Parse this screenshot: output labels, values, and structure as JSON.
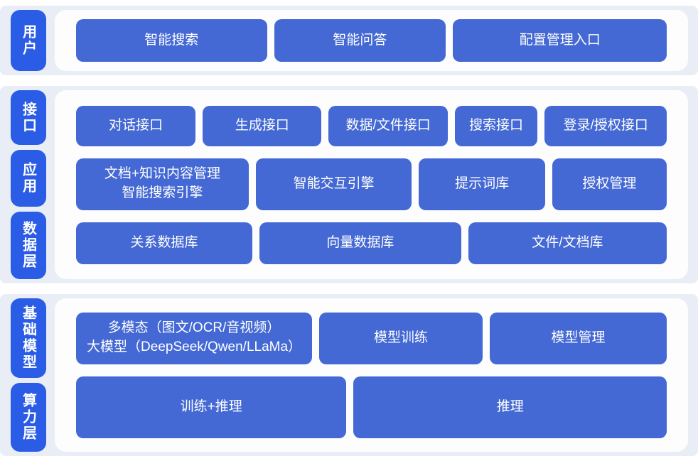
{
  "colors": {
    "band_bg": "#e9eef6",
    "card_bg": "#fdfdfe",
    "label_bg": "#2b5ce6",
    "block_bg": "#4469d4",
    "block_text": "#ffffff"
  },
  "sections": [
    {
      "side_labels": [
        "用户"
      ],
      "rows": [
        [
          "智能搜索",
          "智能问答",
          "配置管理入口"
        ]
      ]
    },
    {
      "side_labels": [
        "接口",
        "应用",
        "数据层"
      ],
      "rows": [
        [
          "对话接口",
          "生成接口",
          "数据/文件接口",
          "搜索接口",
          "登录/授权接口"
        ],
        [
          "文档+知识内容管理\n智能搜索引擎",
          "智能交互引擎",
          "提示词库",
          "授权管理"
        ],
        [
          "关系数据库",
          "向量数据库",
          "文件/文档库"
        ]
      ]
    },
    {
      "side_labels": [
        "基础模型",
        "算力层"
      ],
      "rows": [
        [
          "多模态（图文/OCR/音视频）\n大模型（DeepSeek/Qwen/LLaMa）",
          "模型训练",
          "模型管理"
        ],
        [
          "训练+推理",
          "推理"
        ]
      ]
    }
  ]
}
